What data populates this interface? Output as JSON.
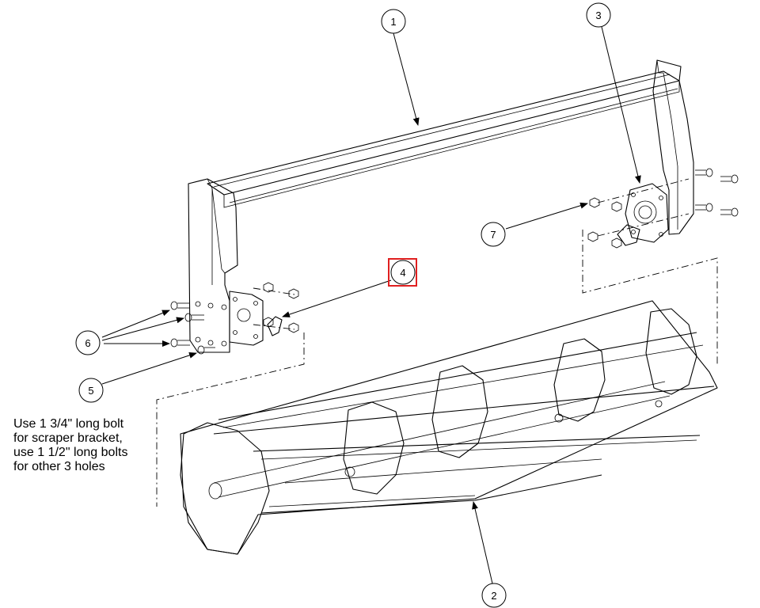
{
  "callouts": [
    "1",
    "2",
    "3",
    "4",
    "5",
    "6",
    "7"
  ],
  "note": {
    "lines": [
      "Use 1 3/4\" long bolt",
      "for scraper bracket,",
      "use 1 1/2\" long bolts",
      "for other 3 holes"
    ]
  },
  "highlight": {
    "callout": "4",
    "color": "#e02020"
  },
  "colors": {
    "line": "#000000",
    "background": "#ffffff"
  }
}
